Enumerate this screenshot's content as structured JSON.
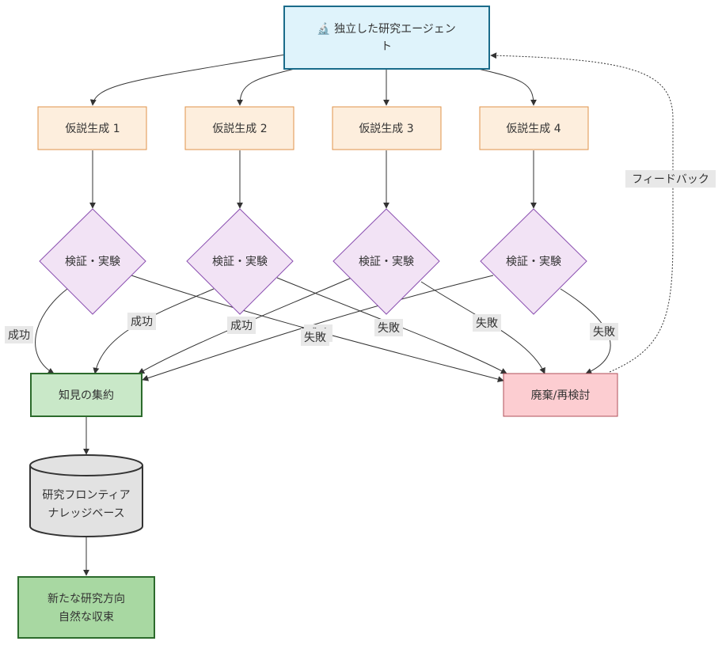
{
  "agent": {
    "icon": "microscope-icon",
    "line1": "🔬 独立した研究エージェン",
    "line2": "ト"
  },
  "hypotheses": [
    "仮説生成 1",
    "仮説生成 2",
    "仮説生成 3",
    "仮説生成 4"
  ],
  "verify_label": "検証・実験",
  "knowledge": "知見の集約",
  "discard": "廃棄/再検討",
  "database": {
    "line1": "研究フロンティア",
    "line2": "ナレッジベース"
  },
  "outcome": {
    "line1": "新たな研究方向",
    "line2": "自然な収束"
  },
  "edge_labels": {
    "feedback": "フィードバック",
    "success": "成功",
    "failure": "失敗"
  },
  "colors": {
    "agent_fill": "#dff3fb",
    "agent_stroke": "#1a6b8a",
    "hyp_fill": "#fdeedd",
    "hyp_stroke": "#e0934a",
    "verify_fill": "#f2e3f5",
    "verify_stroke": "#8a4fb0",
    "knowledge_fill": "#c9e8c8",
    "knowledge_stroke": "#2c6b2c",
    "discard_fill": "#fccdd1",
    "discard_stroke": "#b0505a",
    "db_fill": "#e2e2e2",
    "db_stroke": "#333333",
    "outcome_fill": "#a8d8a2",
    "outcome_stroke": "#2c6b2c",
    "edge": "#333333"
  }
}
